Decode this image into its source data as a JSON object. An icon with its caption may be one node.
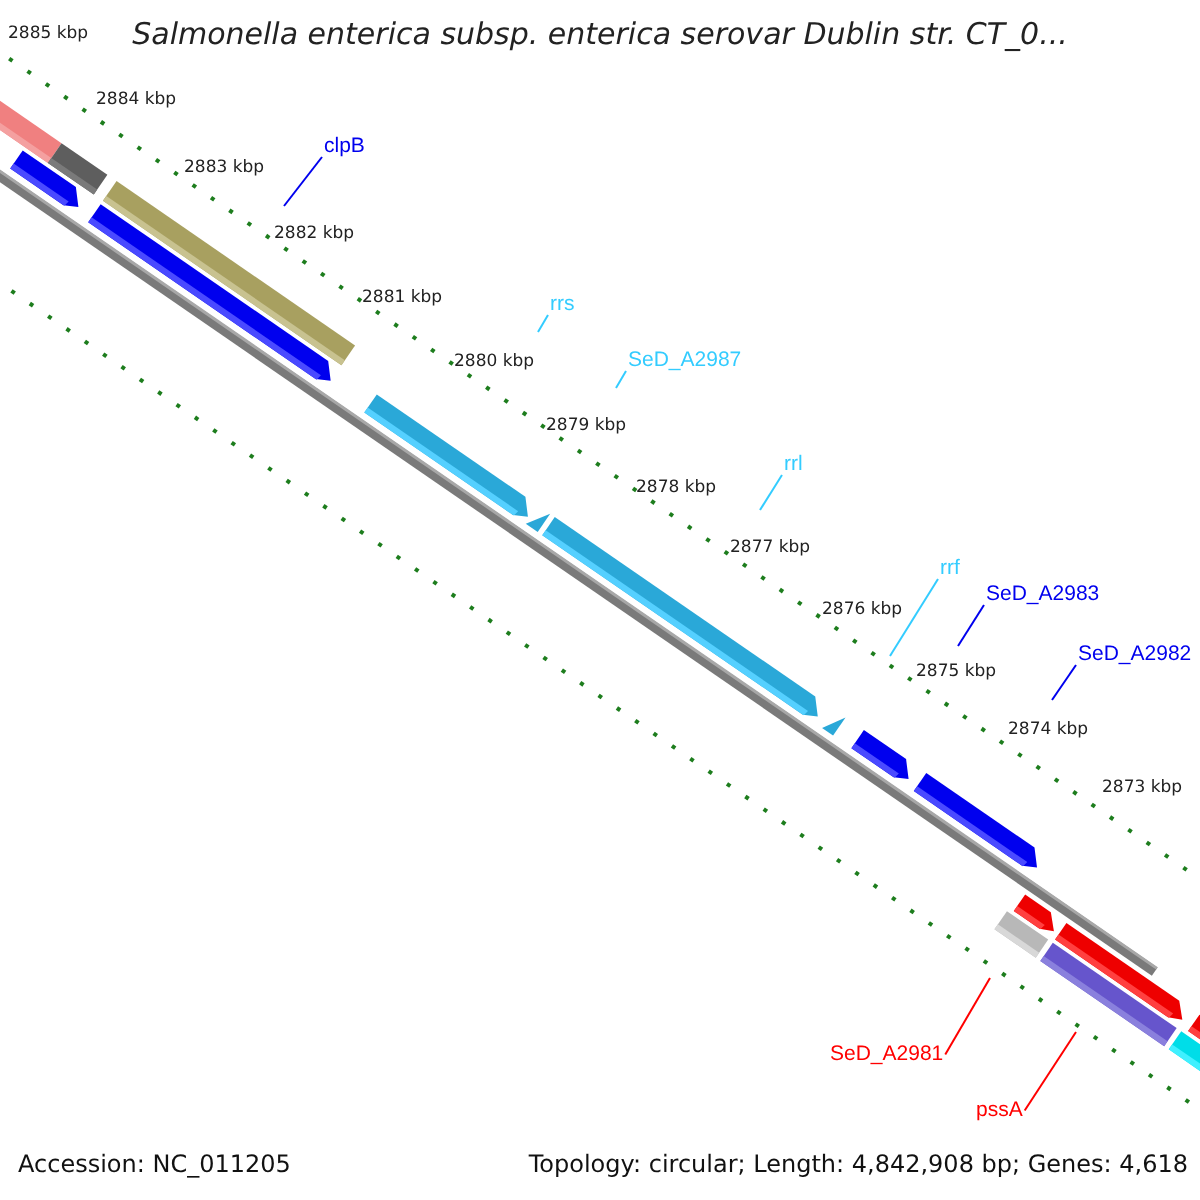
{
  "diagram": {
    "title": "Salmonella enterica subsp. enterica serovar Dublin str. CT_0...",
    "nodes": [
      {
        "text": [
          "clpB"
        ]
      },
      {
        "text": [
          "rrs"
        ]
      },
      {
        "text": [
          "SeD_A2987"
        ]
      },
      {
        "text": [
          "rrl"
        ]
      },
      {
        "text": [
          "rrf"
        ]
      },
      {
        "text": [
          "SeD_A2983"
        ]
      },
      {
        "text": [
          "SeD_A2982"
        ]
      },
      {
        "text": [
          "SeD_A2981"
        ]
      },
      {
        "text": [
          "pssA"
        ]
      }
    ],
    "edges": [
      {
        "from": 0,
        "to": null,
        "arrow": "none",
        "color": "#0000ee"
      },
      {
        "from": 1,
        "to": null,
        "arrow": "none",
        "color": "#33ccff"
      },
      {
        "from": 2,
        "to": null,
        "arrow": "none",
        "color": "#33ccff"
      },
      {
        "from": 3,
        "to": null,
        "arrow": "none",
        "color": "#33ccff"
      },
      {
        "from": 4,
        "to": null,
        "arrow": "none",
        "color": "#33ccff"
      },
      {
        "from": 5,
        "to": null,
        "arrow": "none",
        "color": "#0000ee"
      },
      {
        "from": 6,
        "to": null,
        "arrow": "none",
        "color": "#0000ee"
      },
      {
        "from": 7,
        "to": null,
        "arrow": "none",
        "color": "#ff0000"
      },
      {
        "from": 8,
        "to": null,
        "arrow": "none",
        "color": "#ff0000"
      }
    ],
    "labels": [
      "2885 kbp",
      "2884 kbp",
      "2883 kbp",
      "2882 kbp",
      "2881 kbp",
      "2880 kbp",
      "2879 kbp",
      "2878 kbp",
      "2877 kbp",
      "2876 kbp",
      "2875 kbp",
      "2874 kbp",
      "2873 kbp",
      "Accession: NC_011205",
      "Topology: circular; Length: 4,842,908 bp; Genes: 4,618"
    ]
  }
}
